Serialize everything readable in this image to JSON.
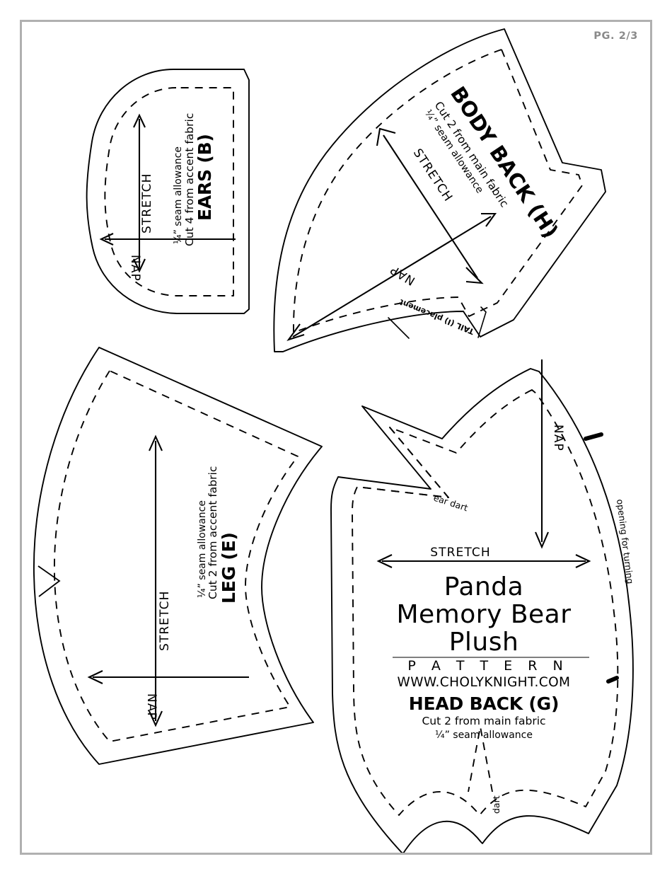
{
  "page": {
    "page_indicator": "PG. 2/3",
    "border_color": "#b0b0b0",
    "background": "#ffffff",
    "ink_color": "#000000"
  },
  "title_block": {
    "stretch_label": "STRETCH",
    "title_line1": "Panda",
    "title_line2": "Memory Bear",
    "title_line3": "Plush",
    "pattern_word": "P A T T E R N",
    "url": "WWW.CHOLYKNIGHT.COM"
  },
  "pieces": [
    {
      "id": "ears",
      "name": "EARS (B)",
      "cut_line": "Cut 4 from accent fabric",
      "seam_line": "¼” seam allowance",
      "stretch_label": "STRETCH",
      "nap_label": "NAP"
    },
    {
      "id": "body-back",
      "name": "BODY BACK (H)",
      "cut_line": "Cut 2 from main fabric",
      "seam_line": "¼” seam allowance",
      "stretch_label": "STRETCH",
      "nap_label": "NAP",
      "tail_placement": "TAIL (I) placement"
    },
    {
      "id": "leg",
      "name": "LEG (E)",
      "cut_line": "Cut 2 from accent fabric",
      "seam_line": "¼” seam allowance",
      "stretch_label": "STRETCH",
      "nap_label": "NAP"
    },
    {
      "id": "head-back",
      "name": "HEAD BACK (G)",
      "cut_line": "Cut 2 from main fabric",
      "seam_line": "¼” seam allowance",
      "stretch_label": "STRETCH",
      "nap_label": "NAP",
      "ear_dart_label": "ear dart",
      "dart_label": "dart",
      "opening_label": "opening for turning"
    }
  ]
}
